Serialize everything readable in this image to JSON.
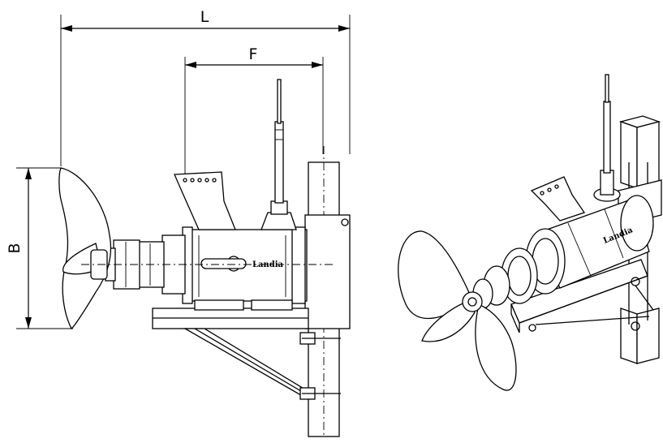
{
  "dimensions": {
    "overall_length_label": "L",
    "mount_distance_label": "F",
    "propeller_diameter_label": "B"
  },
  "brand_text": "Landia",
  "colors": {
    "line": "#000000",
    "background": "#ffffff"
  }
}
